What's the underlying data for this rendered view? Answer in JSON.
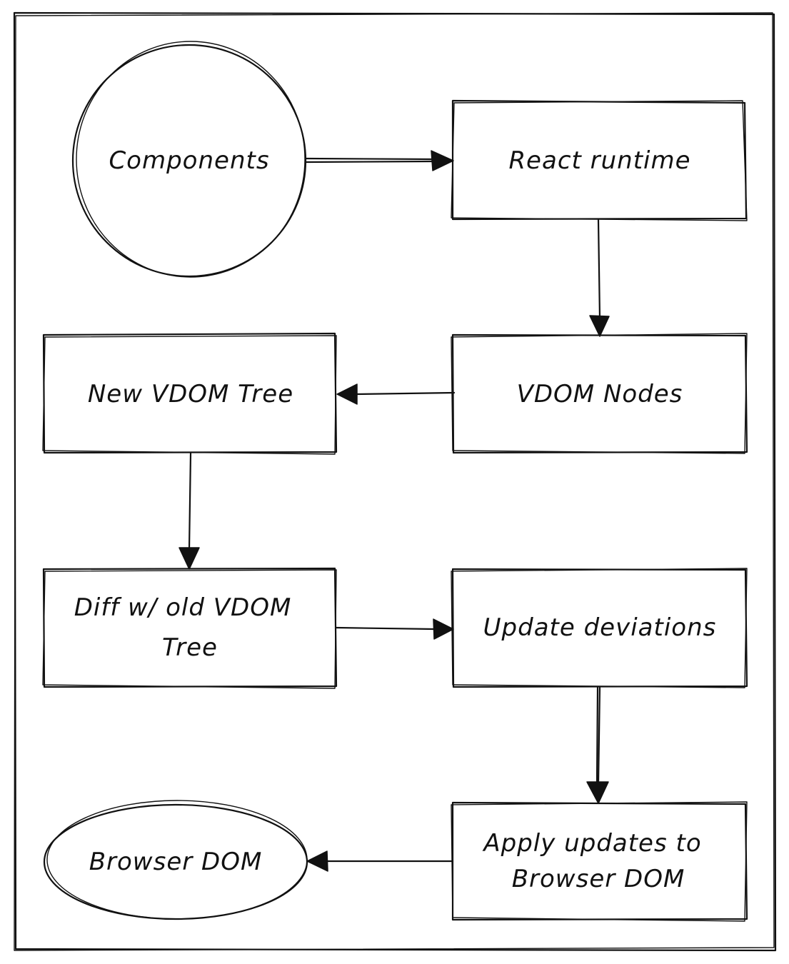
{
  "diagram": {
    "nodes": {
      "components": "Components",
      "react_runtime": "React runtime",
      "vdom_nodes": "VDOM Nodes",
      "new_vdom_tree": "New VDOM Tree",
      "diff_line1": "Diff w/ old VDOM",
      "diff_line2": "Tree",
      "update_deviations": "Update deviations",
      "apply_line1": "Apply updates to",
      "apply_line2": "Browser DOM",
      "browser_dom": "Browser DOM"
    },
    "edges": [
      {
        "from": "Components",
        "to": "React runtime"
      },
      {
        "from": "React runtime",
        "to": "VDOM Nodes"
      },
      {
        "from": "VDOM Nodes",
        "to": "New VDOM Tree"
      },
      {
        "from": "New VDOM Tree",
        "to": "Diff w/ old VDOM Tree"
      },
      {
        "from": "Diff w/ old VDOM Tree",
        "to": "Update deviations"
      },
      {
        "from": "Update deviations",
        "to": "Apply updates to Browser DOM"
      },
      {
        "from": "Apply updates to Browser DOM",
        "to": "Browser DOM"
      }
    ],
    "colors": {
      "stroke": "#111111",
      "background": "#ffffff"
    }
  }
}
